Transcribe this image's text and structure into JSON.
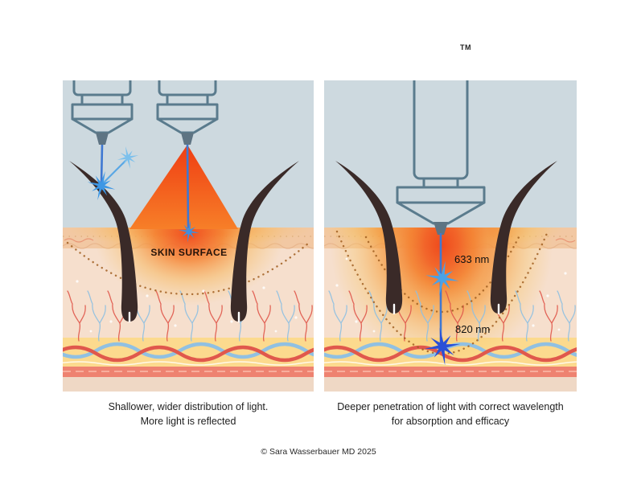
{
  "page": {
    "trademark": "TM",
    "copyright": "© Sara Wasserbauer MD 2025",
    "background": "#ffffff"
  },
  "left_panel": {
    "skin_surface_label": "SKIN SURFACE",
    "caption_line1": "Shallower, wider distribution of light.",
    "caption_line2": "More light is reflected"
  },
  "right_panel": {
    "wavelength_shallow": "633 nm",
    "wavelength_deep": "820 nm",
    "caption_line1": "Deeper penetration of light with correct wavelength",
    "caption_line2": "for absorption and efficacy"
  },
  "palette": {
    "sky": "#cdd9df",
    "device_outline": "#5a7b8d",
    "nozzle": "#5e7483",
    "beam": "#3f78d2",
    "star_light": "#4aa2e8",
    "star_mid": "#3d8fe0",
    "star_reflect": "#7cc0ec",
    "star_deep": "#2a4fd6",
    "glow_hot": "#f04a1c",
    "epidermis": "#f2c8a3",
    "dermis": "#f6dfcd",
    "fat_band": "#fcda8e",
    "muscle_band": "#ee8270",
    "base_band": "#efd8c5",
    "hair": "#3a2a28",
    "vessel_red": "#e0584c",
    "vessel_blue": "#90c0e2",
    "dot_arc": "#a05e20"
  }
}
